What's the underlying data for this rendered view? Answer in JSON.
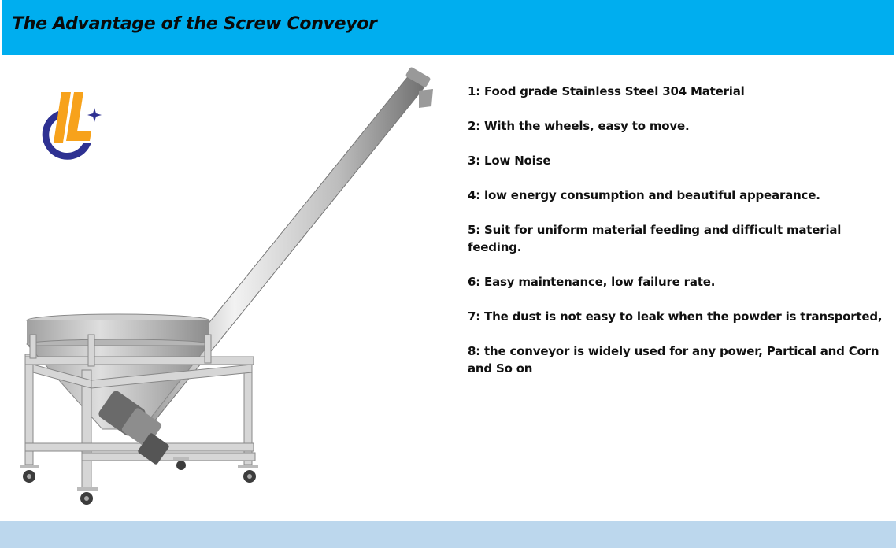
{
  "header": {
    "title": "The Advantage of the Screw Conveyor",
    "background_color": "#00aeef"
  },
  "logo": {
    "icon": "company-logo-icon",
    "colors": {
      "ring": "#2e3192",
      "letter": "#f7a21b",
      "star": "#2e3192"
    }
  },
  "product_image": {
    "icon": "screw-conveyor-machine-image",
    "description": "Stainless steel screw conveyor with conical hopper on wheeled frame"
  },
  "advantages": [
    {
      "text": "1: Food grade Stainless Steel 304 Material"
    },
    {
      "text": "2: With the wheels, easy to move."
    },
    {
      "text": "3: Low Noise"
    },
    {
      "text": "4: low energy consumption and beautiful appearance."
    },
    {
      "text": "5: Suit for uniform material feeding and difficult material feeding."
    },
    {
      "text": "6: Easy maintenance, low failure rate."
    },
    {
      "text": "7: The dust is not easy to leak when the powder is transported,"
    },
    {
      "text": "8: the conveyor is widely used for any power, Partical and Corn and So on"
    }
  ],
  "footer": {
    "background_color": "#bcd7ed"
  }
}
